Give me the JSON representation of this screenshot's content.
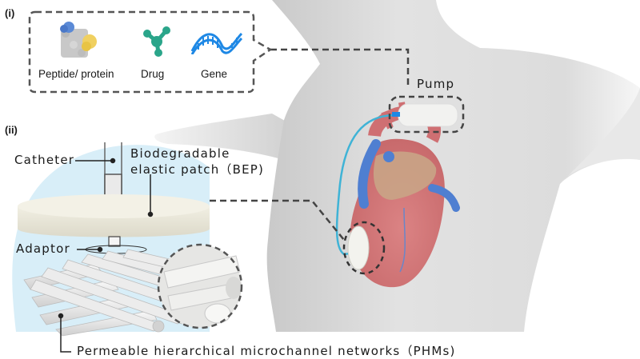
{
  "panels": {
    "i": {
      "tag": "(i)"
    },
    "ii": {
      "tag": "(ii)"
    }
  },
  "cargo": [
    {
      "icon": "protein-icon",
      "label": "Peptide/ protein"
    },
    {
      "icon": "drug-molecule-icon",
      "label": "Drug"
    },
    {
      "icon": "dna-icon",
      "label": "Gene"
    }
  ],
  "labels": {
    "pump": "Pump",
    "catheter": "Catheter",
    "bep_line1": "Biodegradable",
    "bep_line2": "elastic patch（BEP)",
    "adaptor": "Adaptor",
    "phms": "Permeable hierarchical microchannel networks（PHMs)"
  },
  "colors": {
    "dash": "#444444",
    "body": "#d9d9d9",
    "heart": "#d4787a",
    "vessel_blue": "#4f7fd1",
    "catheter": "#3fb3d6",
    "patch": "#ecebe0",
    "halo": "#d6eef8",
    "drug": "#2aa58a",
    "dna": "#1e88e5"
  }
}
